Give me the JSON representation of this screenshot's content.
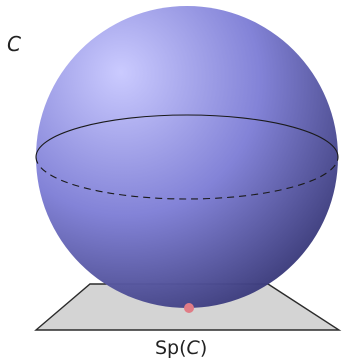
{
  "labels": {
    "object": "C",
    "spectrum_prefix": "Sp(",
    "spectrum_arg": "C",
    "spectrum_suffix": ")"
  },
  "colors": {
    "sphere_light": "#c9c9ff",
    "sphere_mid": "#7f7fd6",
    "sphere_dark": "#3a3a7a",
    "plane_fill": "#d4d4d4",
    "plane_stroke": "#2b2b2b",
    "point": "#e07c86",
    "equator": "#1a1a1a"
  }
}
